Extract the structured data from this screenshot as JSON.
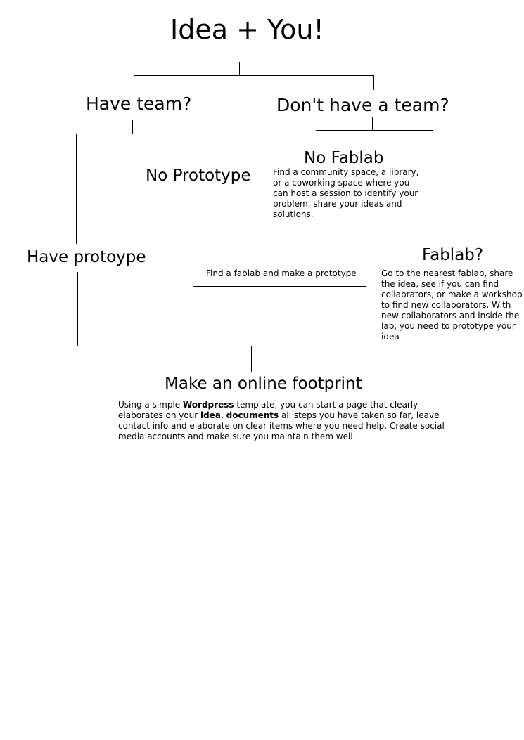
{
  "title": "Idea + You!",
  "have_team": "Have team?",
  "no_team": "Don't have a team?",
  "no_prototype": "No Prototype",
  "have_prototype": "Have protoype",
  "no_fablab": {
    "heading": "No Fablab",
    "text": "Find a community space, a library, or a coworking space where you can host a session to identify your problem, share your ideas and solutions."
  },
  "fablab": {
    "heading": "Fablab?",
    "text": "Go to the nearest fablab, share the idea, see if you can find collabrators, or make a workshop to find new collaborators. With new collaborators and inside the lab, you need to prototype your idea"
  },
  "make_prototype_note": "Find a fablab and make a prototype",
  "footprint": {
    "heading": "Make an online footprint",
    "text_1": "Using a simple ",
    "bold_wordpress": "Wordpress",
    "text_2": " template, you can start a page that clearly elaborates on your ",
    "bold_idea": "idea",
    "text_3": ", ",
    "bold_documents": "documents",
    "text_4": " all steps you have taken so far, leave contact info and elaborate on clear items where you need help. Create social media accounts and make sure you maintain them well."
  }
}
